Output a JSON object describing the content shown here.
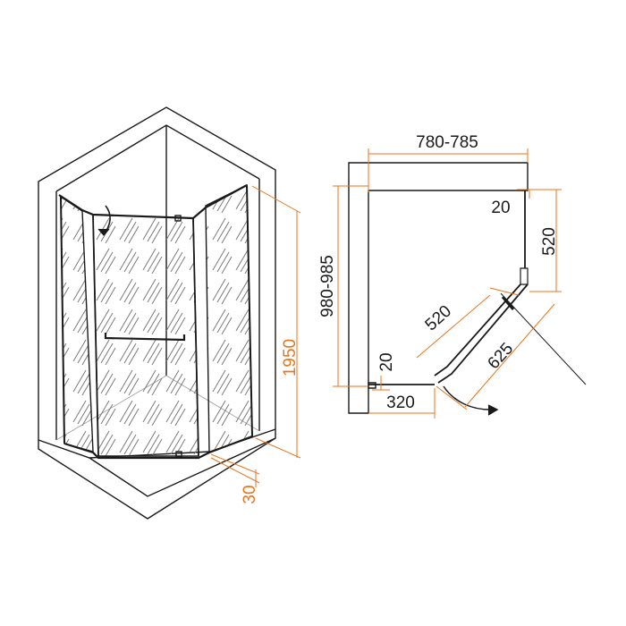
{
  "colors": {
    "line": "#1a1a1a",
    "dimension": "#e8761e",
    "background": "#ffffff"
  },
  "dimensions": {
    "height_total": "1950",
    "base_height": "30",
    "plan_width": "780-785",
    "plan_depth": "980-985",
    "wall_offset_top": "20",
    "side_panel_right": "520",
    "diag_panel": "520",
    "door_width": "625",
    "wall_offset_left": "20",
    "bottom_segment": "320"
  },
  "icons": {
    "door_swing_3d": "curved-arrow-icon",
    "door_swing_plan": "curved-arrow-icon"
  }
}
